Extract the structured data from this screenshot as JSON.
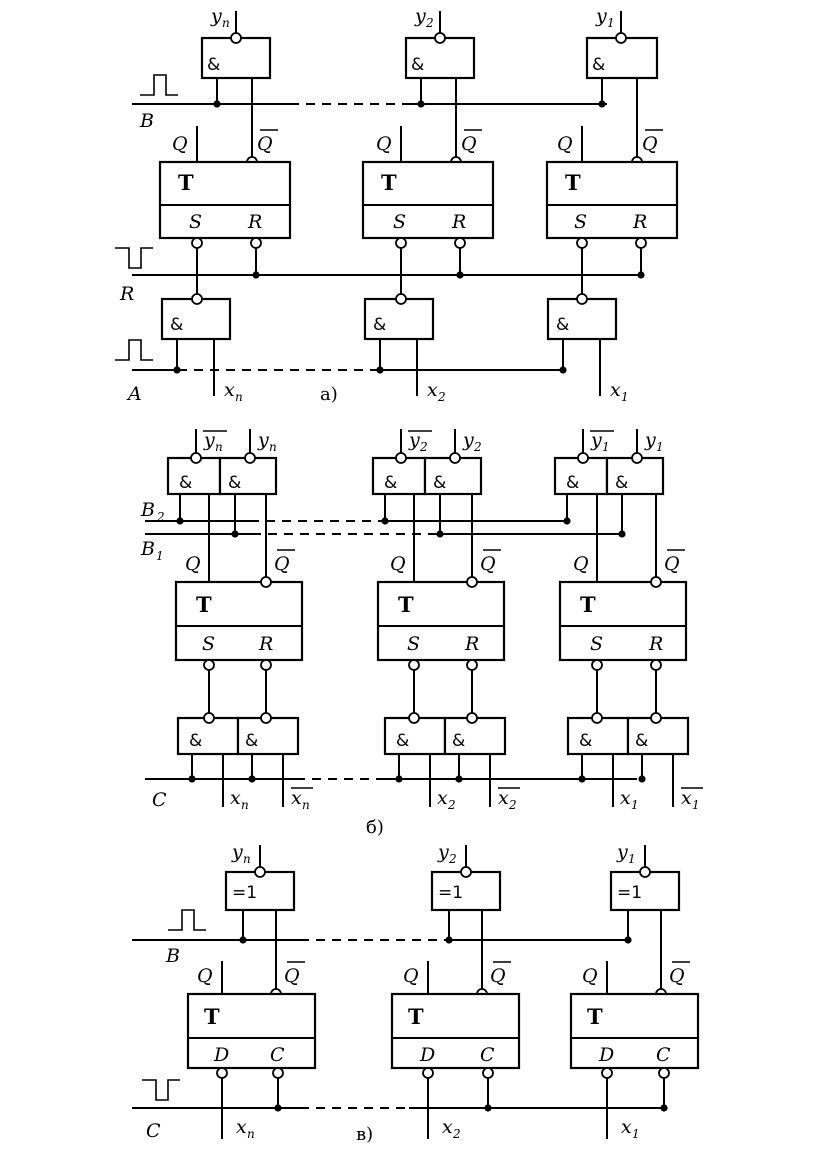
{
  "panel_a": {
    "caption": "а)",
    "outputs": [
      "y",
      "y",
      "y"
    ],
    "output_subs": [
      "n",
      "2",
      "1"
    ],
    "bus_b": "B",
    "bus_r": "R",
    "bus_a": "A",
    "inputs": [
      "x",
      "x",
      "x"
    ],
    "input_subs": [
      "n",
      "2",
      "1"
    ],
    "trigger": "T",
    "pin_s": "S",
    "pin_r": "R",
    "pin_q": "Q",
    "pin_qbar": "Q",
    "gate": "&"
  },
  "panel_b": {
    "caption": "б)",
    "bus_b2": "B",
    "bus_b2_sub": "2",
    "bus_b1": "B",
    "bus_b1_sub": "1",
    "bus_c": "C",
    "outputs": [
      "y",
      "y",
      "y"
    ],
    "output_subs": [
      "n",
      "2",
      "1"
    ],
    "inputs": [
      "x",
      "x",
      "x"
    ],
    "input_subs": [
      "n",
      "2",
      "1"
    ],
    "trigger": "T",
    "pin_s": "S",
    "pin_r": "R",
    "pin_q": "Q",
    "pin_qbar": "Q",
    "gate": "&"
  },
  "panel_c": {
    "caption": "в)",
    "bus_b": "B",
    "bus_c": "C",
    "outputs": [
      "y",
      "y",
      "y"
    ],
    "output_subs": [
      "n",
      "2",
      "1"
    ],
    "inputs": [
      "x",
      "x",
      "x"
    ],
    "input_subs": [
      "n",
      "2",
      "1"
    ],
    "trigger": "T",
    "pin_d": "D",
    "pin_c": "C",
    "pin_q": "Q",
    "pin_qbar": "Q",
    "gate": "=1"
  }
}
